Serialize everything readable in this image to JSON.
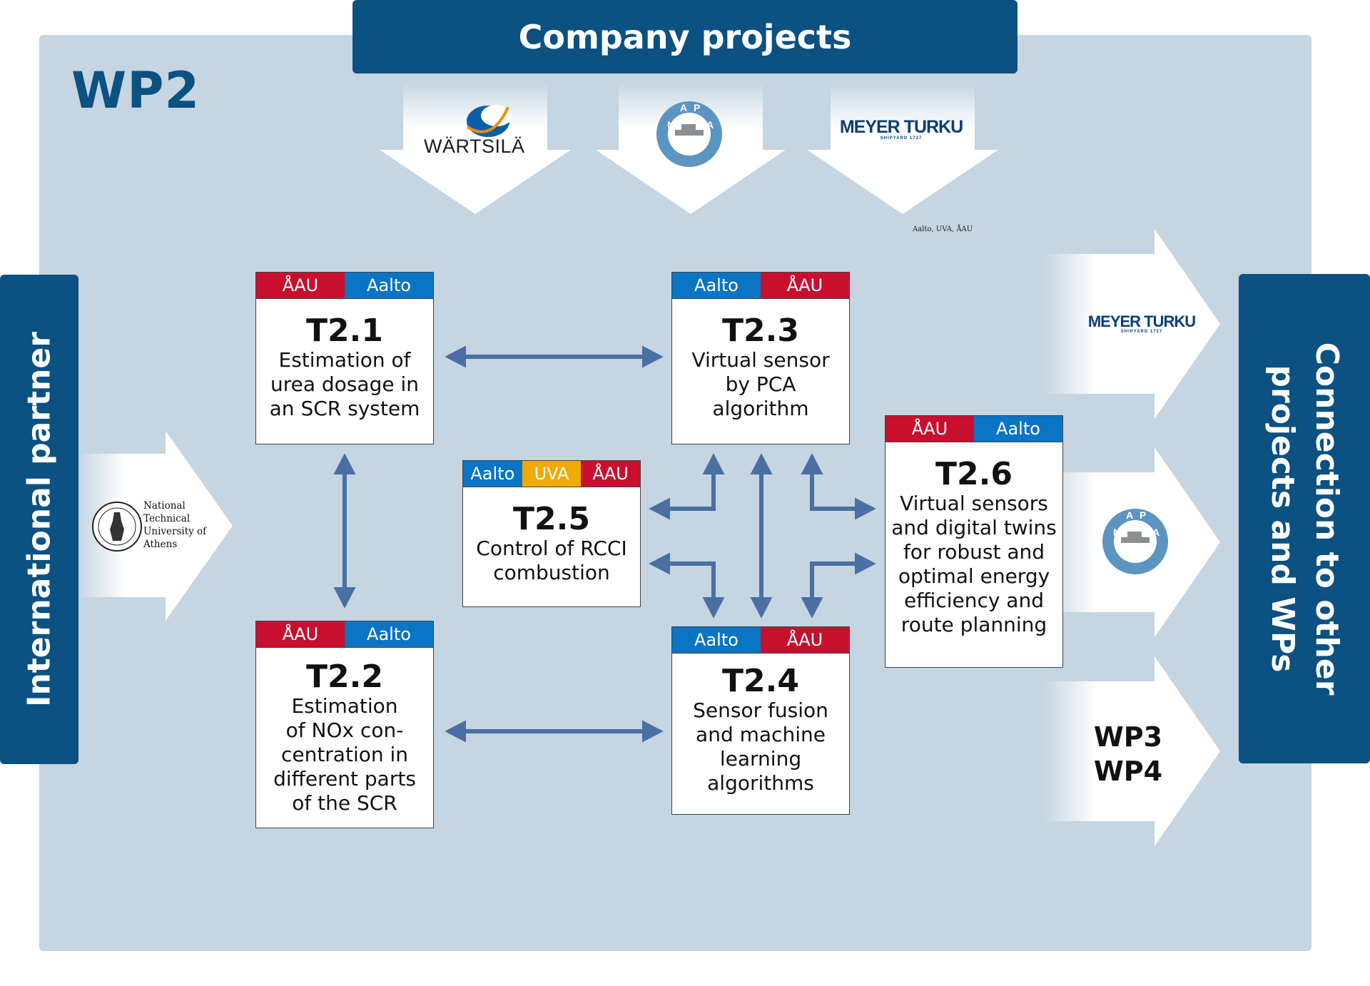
{
  "title": "WP2",
  "top_banner": "Company projects",
  "left_banner": "International partner",
  "right_banner": [
    "Connection to other",
    "projects and WPs"
  ],
  "companies": {
    "wartsila": "WÄRTSILÄ",
    "napa": "NAPA",
    "meyer": "MEYER TURKU",
    "meyer_sub": "SHIPYARD 1737"
  },
  "company_note": "Aalto, UVA, ÅAU",
  "partner": [
    "National",
    "Technical",
    "University of",
    "Athens"
  ],
  "outputs": [
    "WP3",
    "WP4"
  ],
  "colors": {
    "aau": "#c8102e",
    "aalto": "#0a74c5",
    "uva": "#f2a900",
    "banner": "#0b5182",
    "panel": "#c5d5e1",
    "arrow": "#4a6fa3"
  },
  "tasks": {
    "t21": {
      "tags": [
        "ÅAU",
        "Aalto"
      ],
      "id": "T2.1",
      "desc": [
        "Estimation of",
        "urea dosage in",
        "an SCR system"
      ]
    },
    "t22": {
      "tags": [
        "ÅAU",
        "Aalto"
      ],
      "id": "T2.2",
      "desc": [
        "Estimation",
        "of NOx con-",
        "centration in",
        "different parts",
        "of the SCR"
      ]
    },
    "t23": {
      "tags": [
        "Aalto",
        "ÅAU"
      ],
      "id": "T2.3",
      "desc": [
        "Virtual sensor",
        "by PCA",
        "algorithm"
      ]
    },
    "t24": {
      "tags": [
        "Aalto",
        "ÅAU"
      ],
      "id": "T2.4",
      "desc": [
        "Sensor fusion",
        "and machine",
        "learning",
        "algorithms"
      ]
    },
    "t25": {
      "tags": [
        "Aalto",
        "UVA",
        "ÅAU"
      ],
      "id": "T2.5",
      "desc": [
        "Control of RCCI",
        "combustion"
      ]
    },
    "t26": {
      "tags": [
        "ÅAU",
        "Aalto"
      ],
      "id": "T2.6",
      "desc": [
        "Virtual sensors",
        "and digital twins",
        "for robust and",
        "optimal energy",
        "efficiency and",
        "route planning"
      ]
    }
  }
}
